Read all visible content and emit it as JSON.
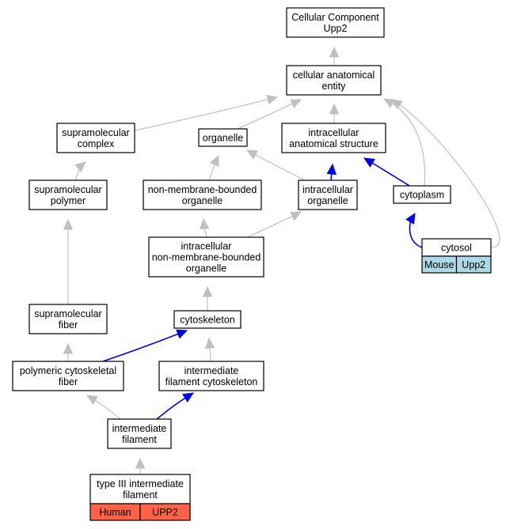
{
  "nodes": {
    "cellular_component": [
      "Cellular Component",
      "Upp2"
    ],
    "cellular_anatomical_entity": [
      "cellular anatomical",
      "entity"
    ],
    "supramolecular_complex": [
      "supramolecular",
      "complex"
    ],
    "organelle": [
      "organelle"
    ],
    "intracellular_anatomical_structure": [
      "intracellular",
      "anatomical structure"
    ],
    "supramolecular_polymer": [
      "supramolecular",
      "polymer"
    ],
    "non_membrane_bounded_organelle": [
      "non-membrane-bounded",
      "organelle"
    ],
    "intracellular_organelle": [
      "intracellular",
      "organelle"
    ],
    "cytoplasm": [
      "cytoplasm"
    ],
    "cytosol": [
      "cytosol"
    ],
    "intracellular_nmb_organelle": [
      "intracellular",
      "non-membrane-bounded",
      "organelle"
    ],
    "supramolecular_fiber": [
      "supramolecular",
      "fiber"
    ],
    "cytoskeleton": [
      "cytoskeleton"
    ],
    "polymeric_cytoskeletal_fiber": [
      "polymeric cytoskeletal",
      "fiber"
    ],
    "intermediate_filament_cytoskeleton": [
      "intermediate",
      "filament cytoskeleton"
    ],
    "intermediate_filament": [
      "intermediate",
      "filament"
    ],
    "type_iii_intermediate_filament": [
      "type III intermediate",
      "filament"
    ]
  },
  "annotations": {
    "cytosol": {
      "species": "Mouse",
      "gene": "Upp2",
      "color": "#add8e6"
    },
    "type_iii_intermediate_filament": {
      "species": "Human",
      "gene": "UPP2",
      "color": "#ff6347"
    }
  },
  "edges": [
    {
      "from": "cellular_anatomical_entity",
      "to": "cellular_component",
      "type": "is_a"
    },
    {
      "from": "supramolecular_complex",
      "to": "cellular_anatomical_entity",
      "type": "is_a"
    },
    {
      "from": "organelle",
      "to": "cellular_anatomical_entity",
      "type": "is_a"
    },
    {
      "from": "intracellular_anatomical_structure",
      "to": "cellular_anatomical_entity",
      "type": "is_a"
    },
    {
      "from": "cytoplasm",
      "to": "cellular_anatomical_entity",
      "type": "is_a"
    },
    {
      "from": "cytosol",
      "to": "cellular_anatomical_entity",
      "type": "is_a"
    },
    {
      "from": "supramolecular_polymer",
      "to": "supramolecular_complex",
      "type": "is_a"
    },
    {
      "from": "non_membrane_bounded_organelle",
      "to": "organelle",
      "type": "is_a"
    },
    {
      "from": "intracellular_organelle",
      "to": "organelle",
      "type": "is_a"
    },
    {
      "from": "intracellular_organelle",
      "to": "intracellular_anatomical_structure",
      "type": "part_of"
    },
    {
      "from": "cytoplasm",
      "to": "intracellular_anatomical_structure",
      "type": "part_of"
    },
    {
      "from": "cytosol",
      "to": "cytoplasm",
      "type": "part_of"
    },
    {
      "from": "intracellular_nmb_organelle",
      "to": "non_membrane_bounded_organelle",
      "type": "is_a"
    },
    {
      "from": "intracellular_nmb_organelle",
      "to": "intracellular_organelle",
      "type": "is_a"
    },
    {
      "from": "supramolecular_fiber",
      "to": "supramolecular_polymer",
      "type": "is_a"
    },
    {
      "from": "cytoskeleton",
      "to": "intracellular_nmb_organelle",
      "type": "is_a"
    },
    {
      "from": "polymeric_cytoskeletal_fiber",
      "to": "supramolecular_fiber",
      "type": "is_a"
    },
    {
      "from": "polymeric_cytoskeletal_fiber",
      "to": "cytoskeleton",
      "type": "part_of"
    },
    {
      "from": "intermediate_filament_cytoskeleton",
      "to": "cytoskeleton",
      "type": "is_a"
    },
    {
      "from": "intermediate_filament",
      "to": "polymeric_cytoskeletal_fiber",
      "type": "is_a"
    },
    {
      "from": "intermediate_filament",
      "to": "intermediate_filament_cytoskeleton",
      "type": "part_of"
    },
    {
      "from": "type_iii_intermediate_filament",
      "to": "intermediate_filament",
      "type": "is_a"
    }
  ]
}
